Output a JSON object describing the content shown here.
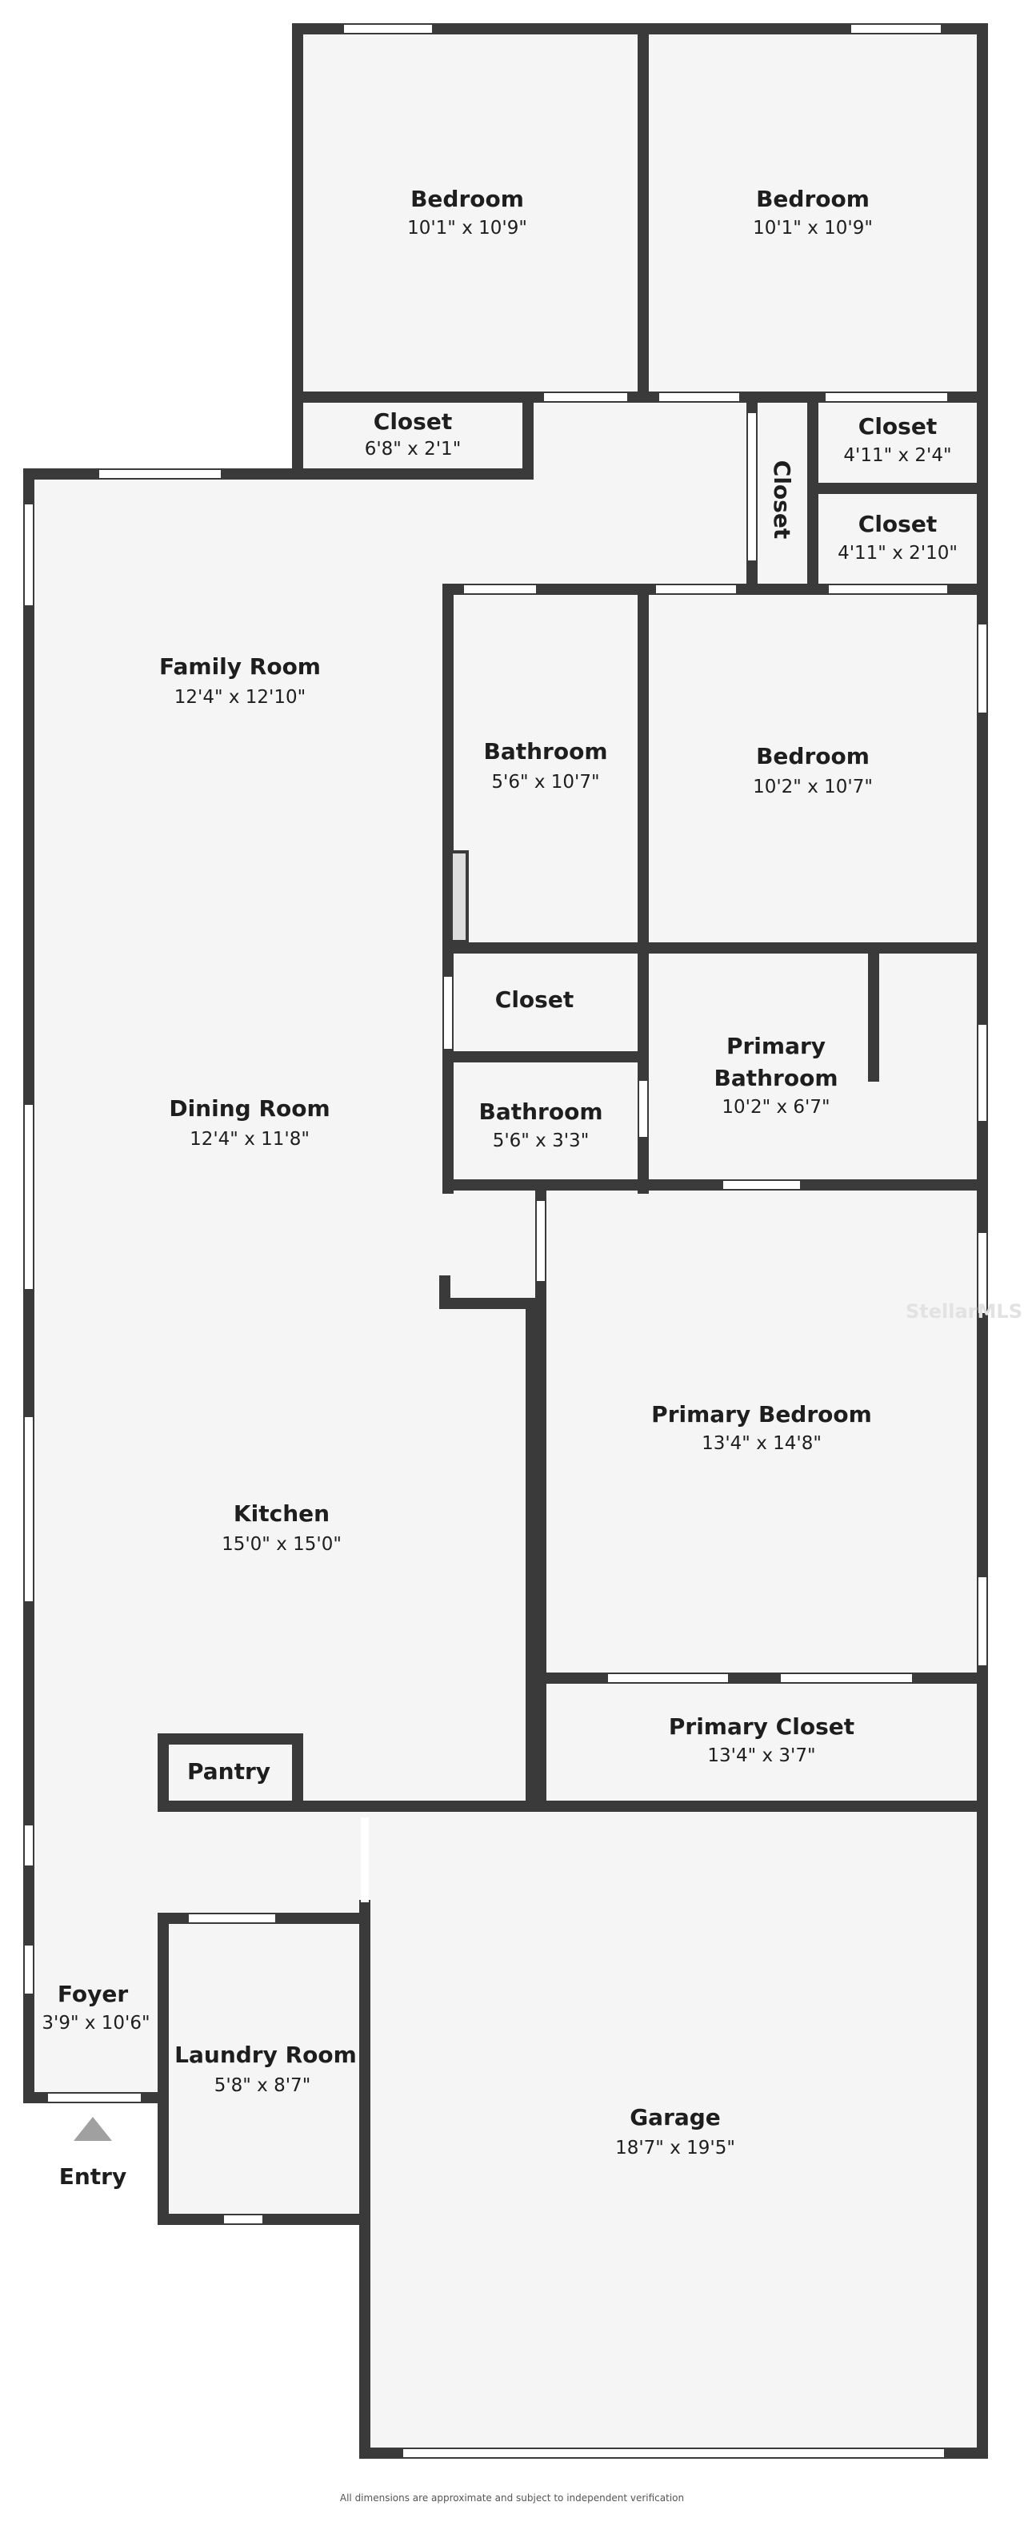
{
  "rooms": [
    {
      "name": "Bedroom",
      "dims": "10'1\" x 10'9\""
    },
    {
      "name": "Bedroom",
      "dims": "10'1\" x 10'9\""
    },
    {
      "name": "Closet",
      "dims": "6'8\" x 2'1\""
    },
    {
      "name": "Closet",
      "dims": ""
    },
    {
      "name": "Closet",
      "dims": "4'11\" x 2'4\""
    },
    {
      "name": "Closet",
      "dims": "4'11\" x 2'10\""
    },
    {
      "name": "Family Room",
      "dims": "12'4\" x 12'10\""
    },
    {
      "name": "Bathroom",
      "dims": "5'6\" x 10'7\""
    },
    {
      "name": "Bedroom",
      "dims": "10'2\" x 10'7\""
    },
    {
      "name": "Closet",
      "dims": ""
    },
    {
      "name": "Primary",
      "name2": "Bathroom",
      "dims": "10'2\" x 6'7\""
    },
    {
      "name": "Dining Room",
      "dims": "12'4\" x 11'8\""
    },
    {
      "name": "Bathroom",
      "dims": "5'6\" x 3'3\""
    },
    {
      "name": "Primary Bedroom",
      "dims": "13'4\" x 14'8\""
    },
    {
      "name": "Kitchen",
      "dims": "15'0\" x 15'0\""
    },
    {
      "name": "Primary Closet",
      "dims": "13'4\" x 3'7\""
    },
    {
      "name": "Pantry",
      "dims": ""
    },
    {
      "name": "Foyer",
      "dims": "3'9\" x 10'6\""
    },
    {
      "name": "Laundry Room",
      "dims": "5'8\" x 8'7\""
    },
    {
      "name": "Garage",
      "dims": "18'7\" x 19'5\""
    }
  ],
  "entry_label": "Entry",
  "disclaimer": "All dimensions are approximate and subject to independent verification",
  "watermark": "StellarMLS",
  "colors": {
    "wall": "#3a3a3a",
    "floor": "#f5f5f5",
    "entry_marker": "#a0a0a0"
  }
}
